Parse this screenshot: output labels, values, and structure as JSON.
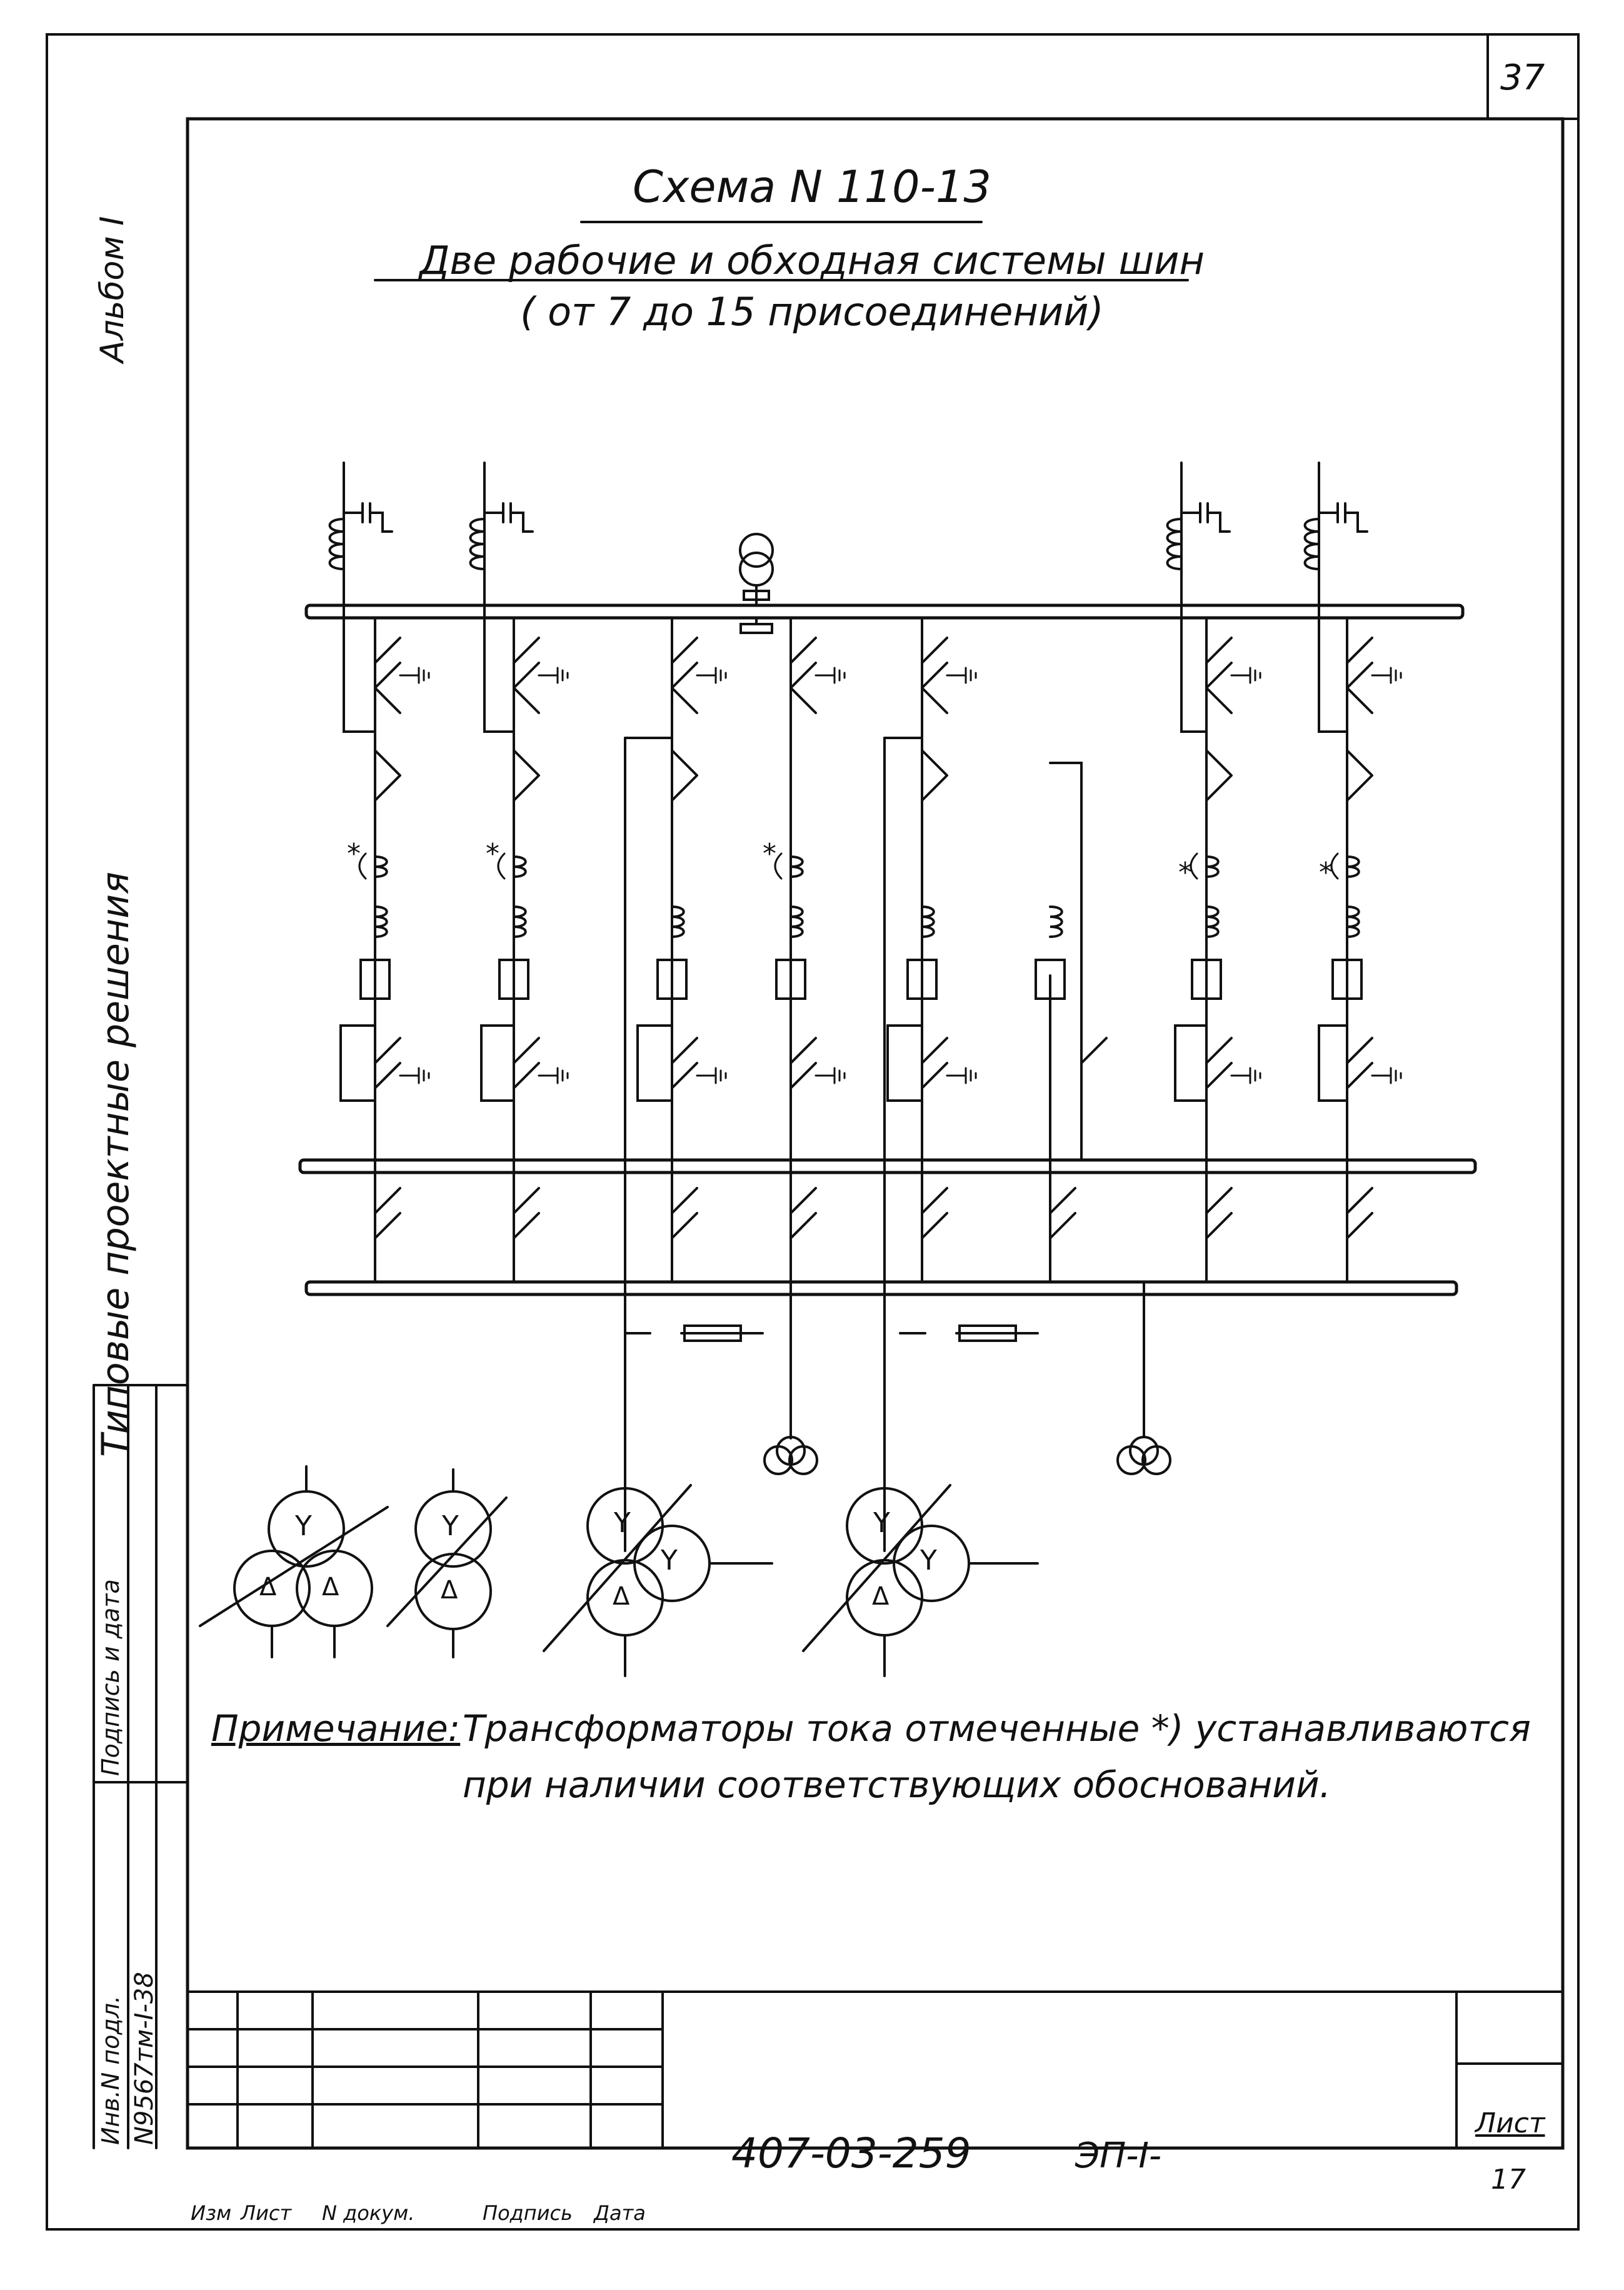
{
  "page_number": "37",
  "title": "Схема N 110-13",
  "subtitle": "Две рабочие и обходная системы шин",
  "subtitle2": "( от 7 до 15 присоединений)",
  "side_album": "Альбом I",
  "side_title": "Типовые проектные решения",
  "note_label": "Примечание:",
  "note_line1": "Трансформаторы тока отмеченные *) устанавливаются",
  "note_line2": "при наличии соответствующих обоснований.",
  "stamp": {
    "doc_code": "407-03-259",
    "sheet_code": "ЭП-I-",
    "list_label": "Лист",
    "list_number": "17",
    "col_izm": "Изм",
    "col_list": "Лист",
    "col_ndokum": "N докум.",
    "col_podpis": "Подпись",
    "col_data": "Дата"
  },
  "left_stamp": {
    "inv_label": "Инв.N подл.",
    "podpis_label": "Подпись и дата",
    "inv_value": "N9567тм-I-38"
  },
  "diagram": {
    "ct_mark": "*",
    "winding_star": "Y",
    "winding_delta": "Δ"
  }
}
